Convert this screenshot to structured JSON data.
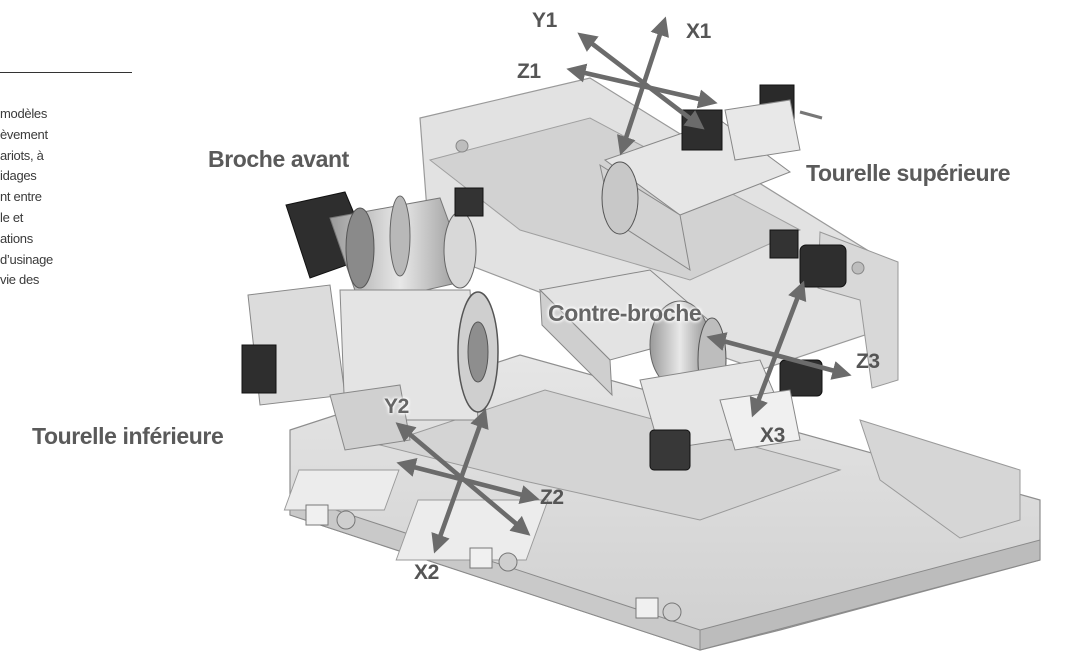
{
  "paragraph": {
    "lines": [
      "modèles",
      "èvement",
      "ariots, à",
      "idages",
      "nt entre",
      "le et",
      "ations",
      "d’usinage",
      "vie des"
    ]
  },
  "labels": {
    "front_spindle": "Broche avant",
    "upper_turret": "Tourelle supérieure",
    "sub_spindle": "Contre-broche",
    "lower_turret": "Tourelle inférieure"
  },
  "axes": {
    "y1": "Y1",
    "x1": "X1",
    "z1": "Z1",
    "y2": "Y2",
    "z2": "Z2",
    "x2": "X2",
    "z3": "Z3",
    "x3": "X3"
  },
  "colors": {
    "arrow": "#6b6b6b",
    "label": "#5a5a5a",
    "machine_base": "#dcdcdc",
    "machine_dark": "#2e2e2e"
  },
  "icons": {
    "machine": "twin-turret-cnc-lathe-illustration"
  }
}
